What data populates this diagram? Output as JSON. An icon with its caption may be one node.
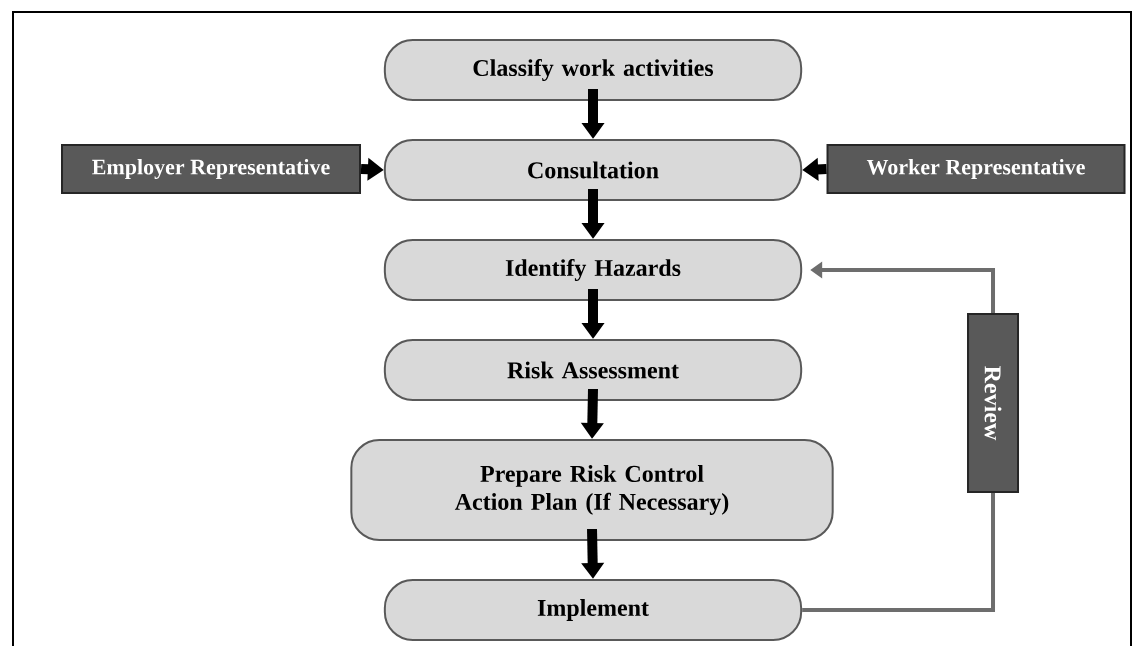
{
  "diagram": {
    "nodes": [
      {
        "text": [
          "Classify work activities"
        ]
      },
      {
        "text": [
          "Employer Representative"
        ]
      },
      {
        "text": [
          "Consultation"
        ]
      },
      {
        "text": [
          "Worker Representative"
        ]
      },
      {
        "text": [
          "Identify Hazards"
        ]
      },
      {
        "text": [
          "Risk Assessment"
        ]
      },
      {
        "text": [
          "Prepare Risk Control Action Plan (If Necessary)"
        ]
      },
      {
        "text": [
          "Implement"
        ]
      },
      {
        "text": [
          "Review"
        ]
      }
    ],
    "edges": [
      {
        "from": 0,
        "to": 2,
        "arrow": "to"
      },
      {
        "from": 1,
        "to": 2,
        "arrow": "to"
      },
      {
        "from": 3,
        "to": 2,
        "arrow": "to"
      },
      {
        "from": 2,
        "to": 4,
        "arrow": "to"
      },
      {
        "from": 4,
        "to": 5,
        "arrow": "to"
      },
      {
        "from": 5,
        "to": 6,
        "arrow": "to"
      },
      {
        "from": 6,
        "to": 7,
        "arrow": "to"
      },
      {
        "from": 7,
        "to": 8,
        "arrow": "none",
        "color": "#6d6d6d"
      },
      {
        "from": 8,
        "to": 4,
        "arrow": "to",
        "color": "#6d6d6d"
      }
    ]
  }
}
